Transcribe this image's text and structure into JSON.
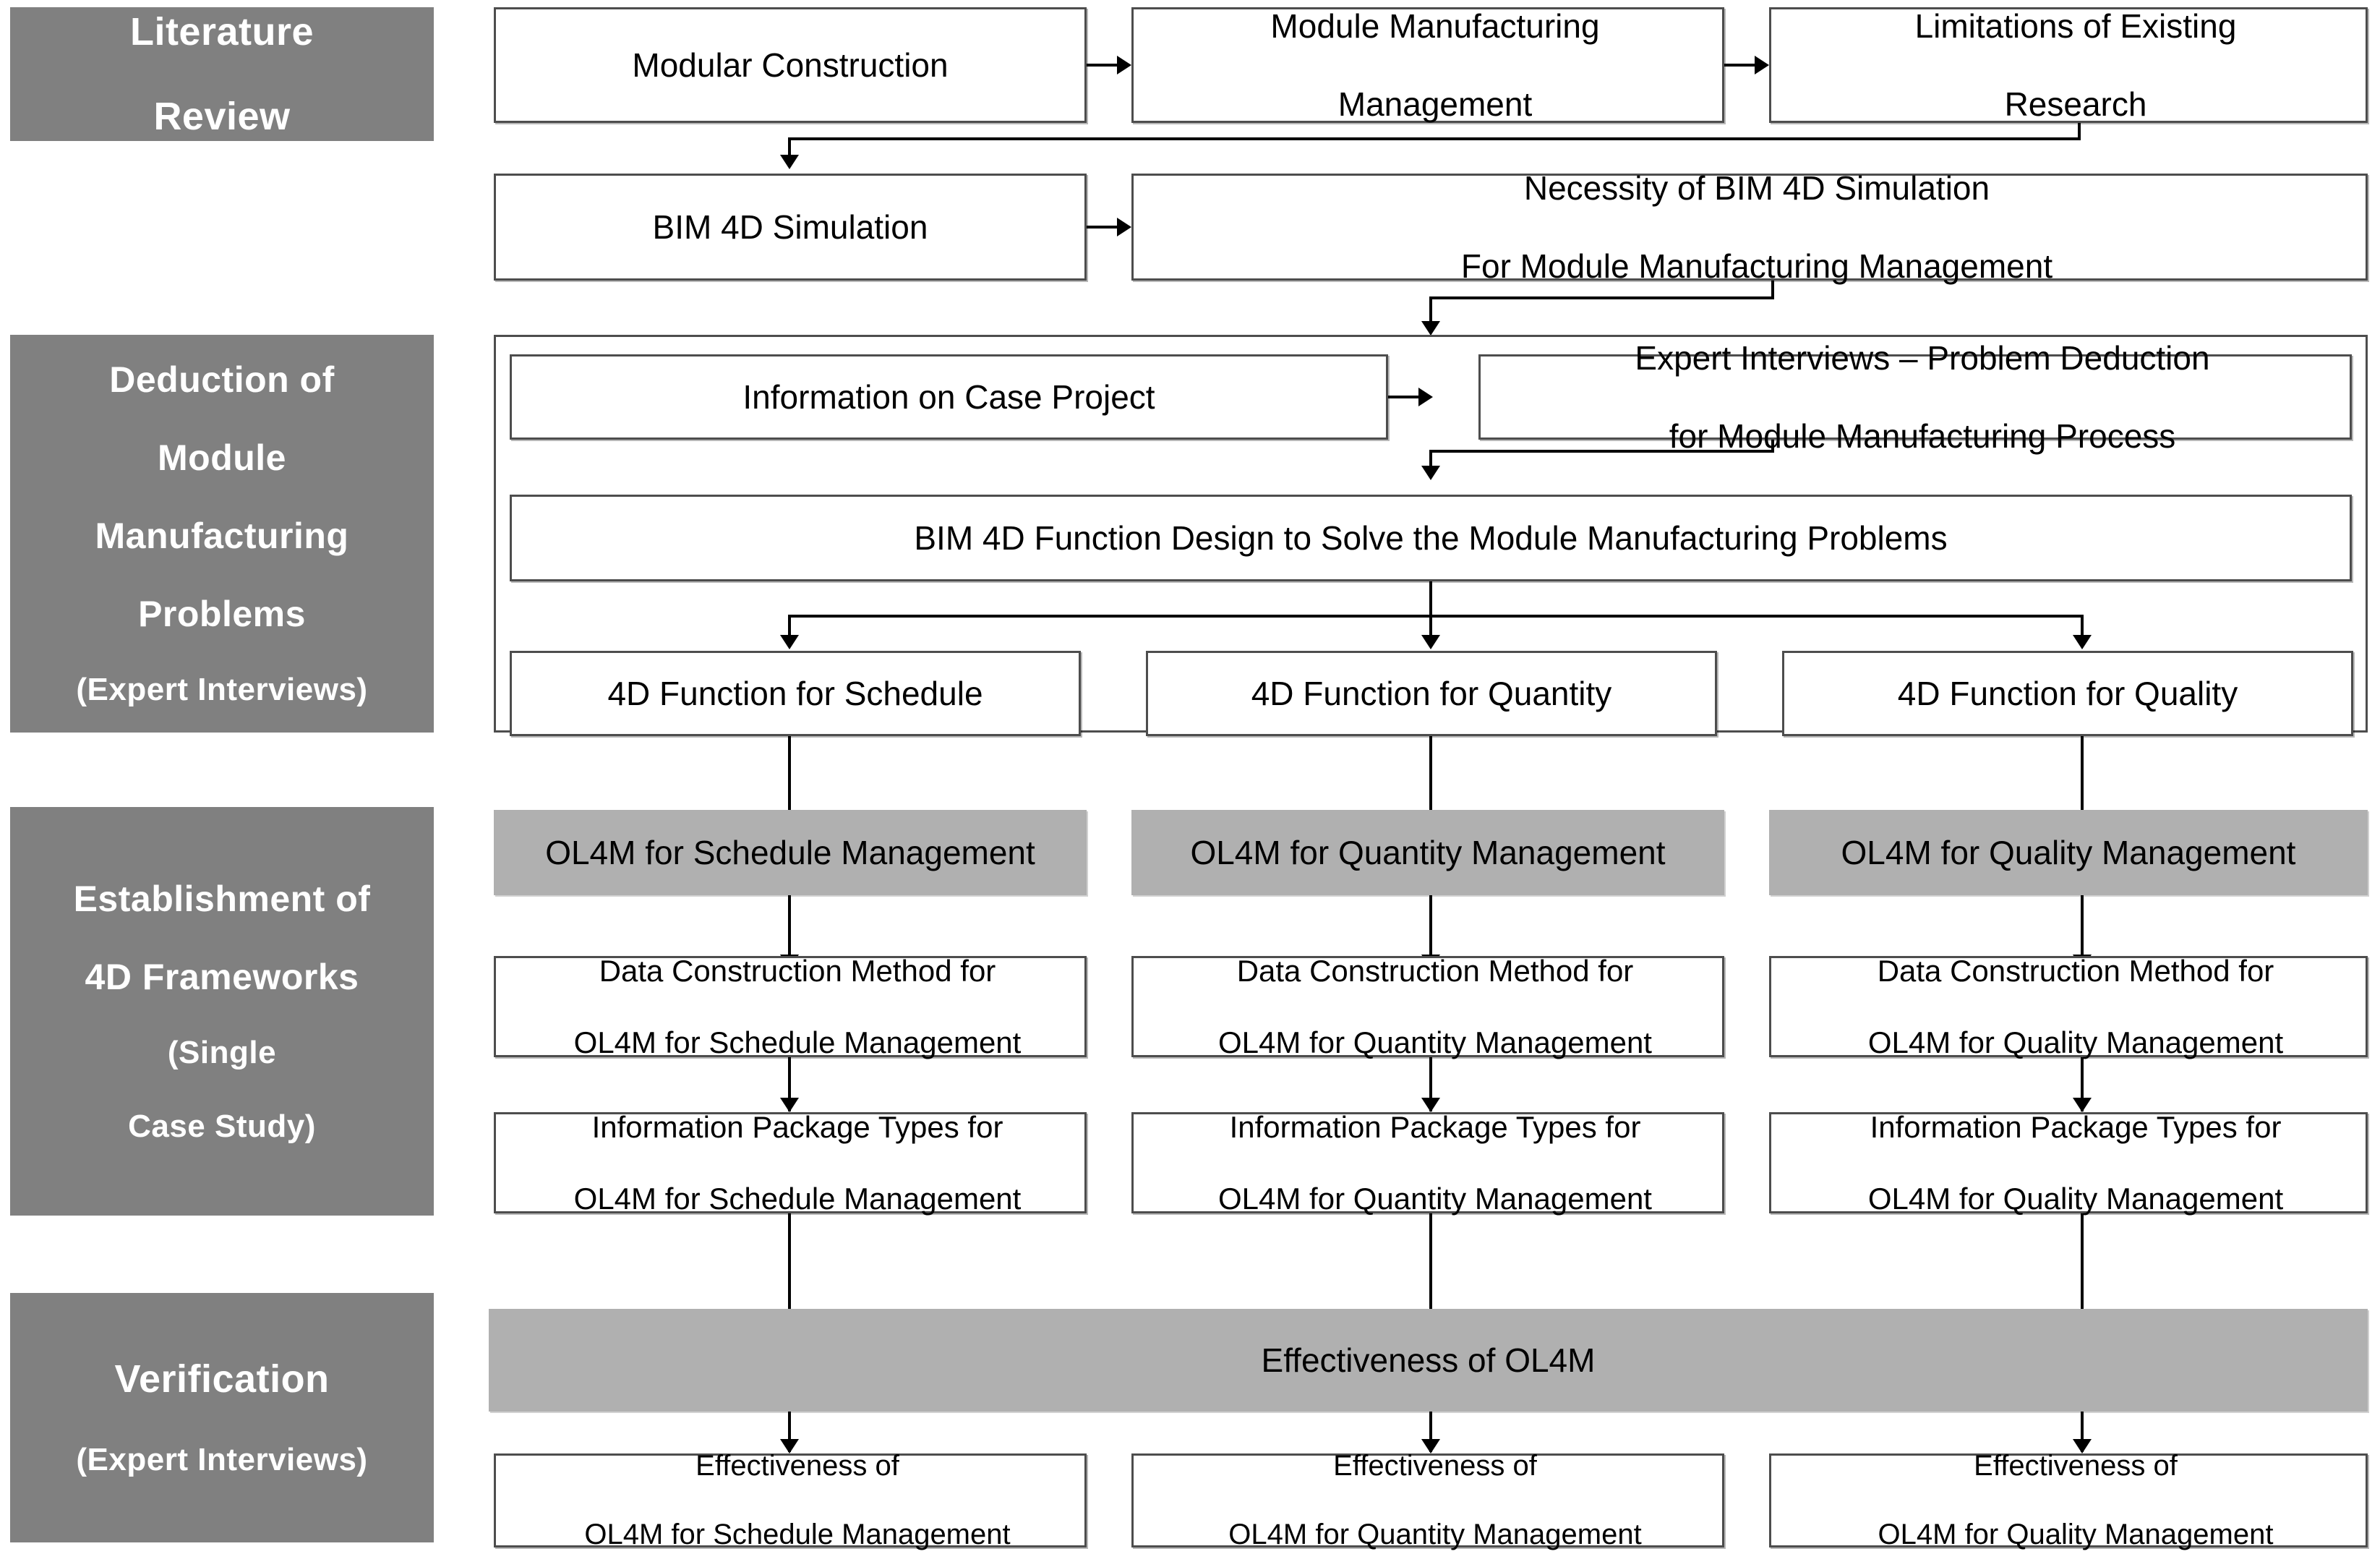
{
  "diagram": {
    "title": "Research Framework Flowchart for BIM 4D Module Manufacturing Management",
    "colors": {
      "stage_fill": "#808080",
      "stage_text": "#ffffff",
      "box_border": "#4d4d4d",
      "box_fill": "#ffffff",
      "grey_bar_fill": "#b0b0b0",
      "connector": "#000000"
    }
  },
  "stages": [
    {
      "id": "literature-review",
      "line1": "Literature",
      "line2": "Review"
    },
    {
      "id": "deduction",
      "line1": "Deduction  of",
      "line2": "Module",
      "line3": "Manufacturing",
      "line4": "Problems",
      "line5": "(Expert Interviews)"
    },
    {
      "id": "establishment",
      "line1": "Establishment  of",
      "line2": "4D Frameworks",
      "line3": "(Single",
      "line4": "Case Study)"
    },
    {
      "id": "verification",
      "line1": "Verification",
      "line2": "(Expert Interviews)"
    }
  ],
  "literature": {
    "modular_construction": "Modular Construction",
    "module_manufacturing_management_l1": "Module Manufacturing",
    "module_manufacturing_management_l2": "Management",
    "limitations_l1": "Limitations of Existing",
    "limitations_l2": "Research",
    "bim_4d_simulation": "BIM 4D Simulation",
    "necessity_l1": "Necessity of BIM 4D Simulation",
    "necessity_l2": "For Module Manufacturing Management"
  },
  "deduction": {
    "case_project": "Information on Case Project",
    "expert_interviews_l1": "Expert Interviews – Problem Deduction",
    "expert_interviews_l2": "for Module Manufacturing Process",
    "function_design": "BIM 4D Function Design to Solve the Module Manufacturing Problems",
    "fn_schedule": "4D Function for Schedule",
    "fn_quantity": "4D Function for Quantity",
    "fn_quality": "4D Function for Quality"
  },
  "frameworks": {
    "headers": [
      "OL4M for Schedule Management",
      "OL4M for Quantity Management",
      "OL4M for Quality Management"
    ],
    "data_method": [
      {
        "l1": "Data Construction Method for",
        "l2": "OL4M for Schedule Management"
      },
      {
        "l1": "Data Construction Method for",
        "l2": "OL4M for Quantity Management"
      },
      {
        "l1": "Data Construction Method for",
        "l2": "OL4M for Quality Management"
      }
    ],
    "package_types": [
      {
        "l1": "Information Package Types for",
        "l2": "OL4M for Schedule Management"
      },
      {
        "l1": "Information Package Types for",
        "l2": "OL4M for Quantity Management"
      },
      {
        "l1": "Information Package Types for",
        "l2": "OL4M for Quality Management"
      }
    ]
  },
  "verification": {
    "effectiveness_bar": "Effectiveness of OL4M",
    "effectiveness": [
      {
        "l1": "Effectiveness of",
        "l2": "OL4M for Schedule Management"
      },
      {
        "l1": "Effectiveness of",
        "l2": "OL4M for Quantity Management"
      },
      {
        "l1": "Effectiveness of",
        "l2": "OL4M for Quality Management"
      }
    ]
  }
}
